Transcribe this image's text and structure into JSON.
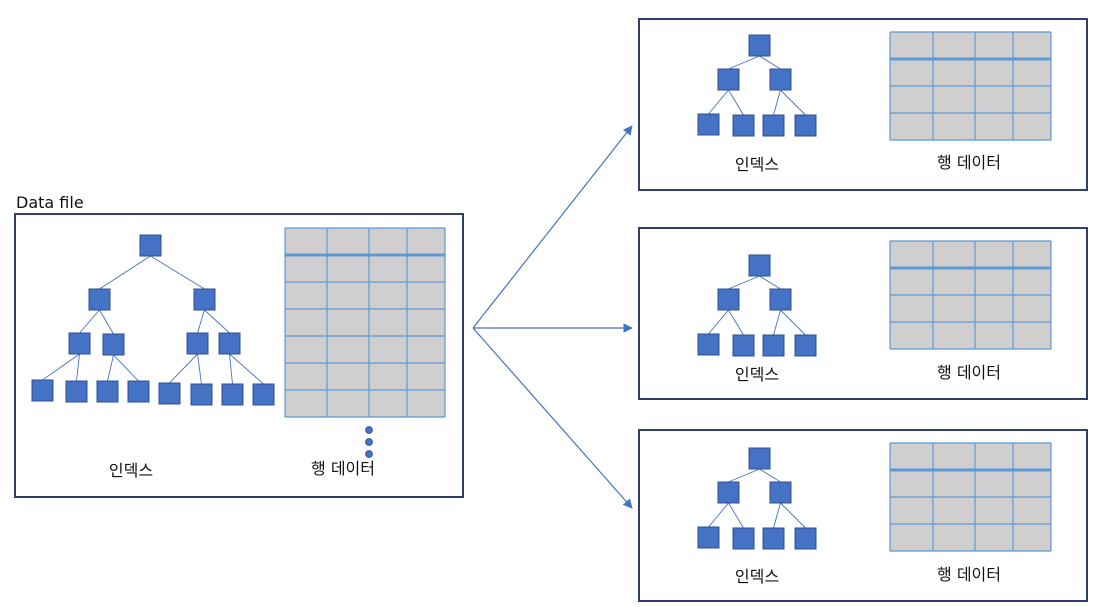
{
  "source": {
    "caption": "Data file",
    "index_label": "인덱스",
    "rows_label": "행 데이터"
  },
  "partitions": [
    {
      "index_label": "인덱스",
      "rows_label": "행 데이터"
    },
    {
      "index_label": "인덱스",
      "rows_label": "행 데이터"
    },
    {
      "index_label": "인덱스",
      "rows_label": "행 데이터"
    }
  ],
  "colors": {
    "frame": "#2F3E6B",
    "node_fill": "#4472C4",
    "node_stroke": "#2F4F8F",
    "cell_fill": "#D0CECE",
    "grid_line": "#5B9BD5",
    "edge": "#4472C4",
    "arrow": "#4472C4"
  }
}
